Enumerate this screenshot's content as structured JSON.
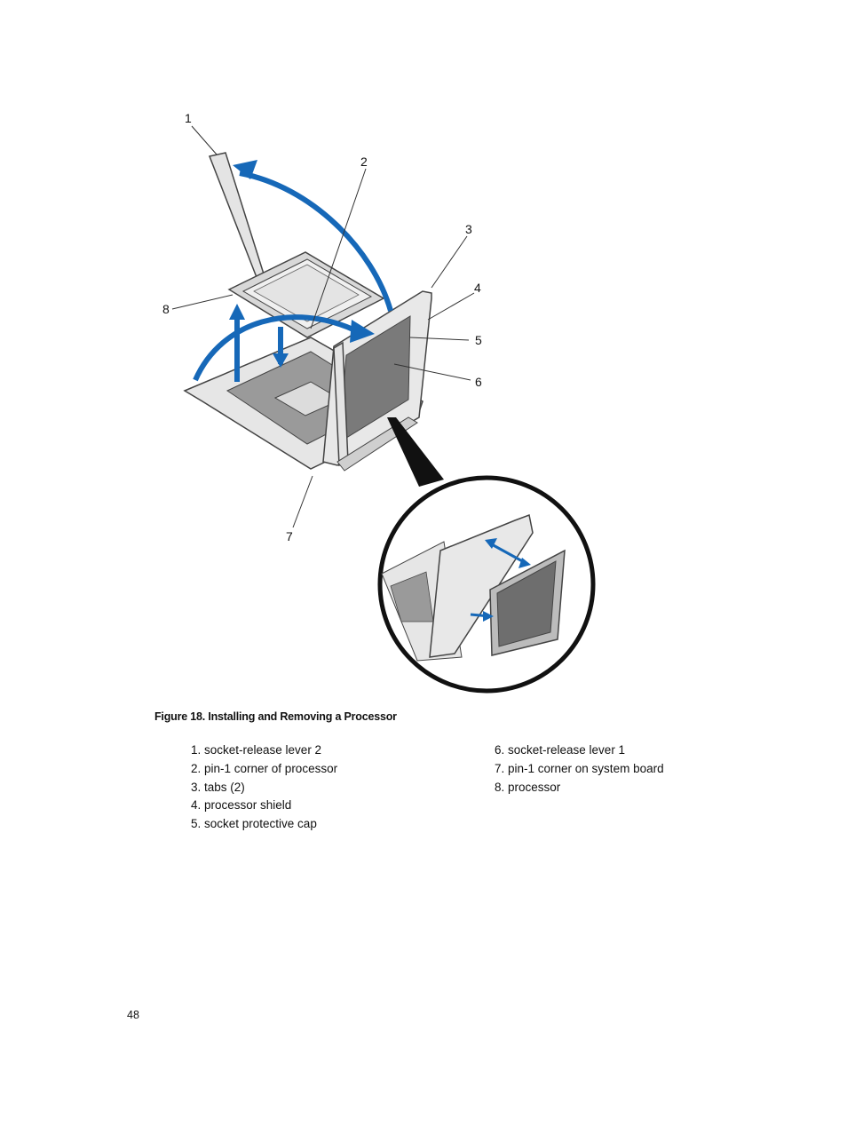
{
  "figure": {
    "callouts": [
      "1",
      "2",
      "3",
      "4",
      "5",
      "6",
      "7",
      "8"
    ],
    "caption": "Figure 18. Installing and Removing a Processor"
  },
  "legend": {
    "col1": [
      "1. socket-release lever 2",
      "2. pin-1 corner of processor",
      "3. tabs (2)",
      "4. processor shield",
      "5. socket protective cap"
    ],
    "col2": [
      "6. socket-release lever 1",
      "7. pin-1 corner on system board",
      "8. processor"
    ]
  },
  "page_number": "48",
  "colors": {
    "arrow_blue": "#1668b8",
    "line_gray": "#555555",
    "fill_gray": "#d8d8d8"
  }
}
